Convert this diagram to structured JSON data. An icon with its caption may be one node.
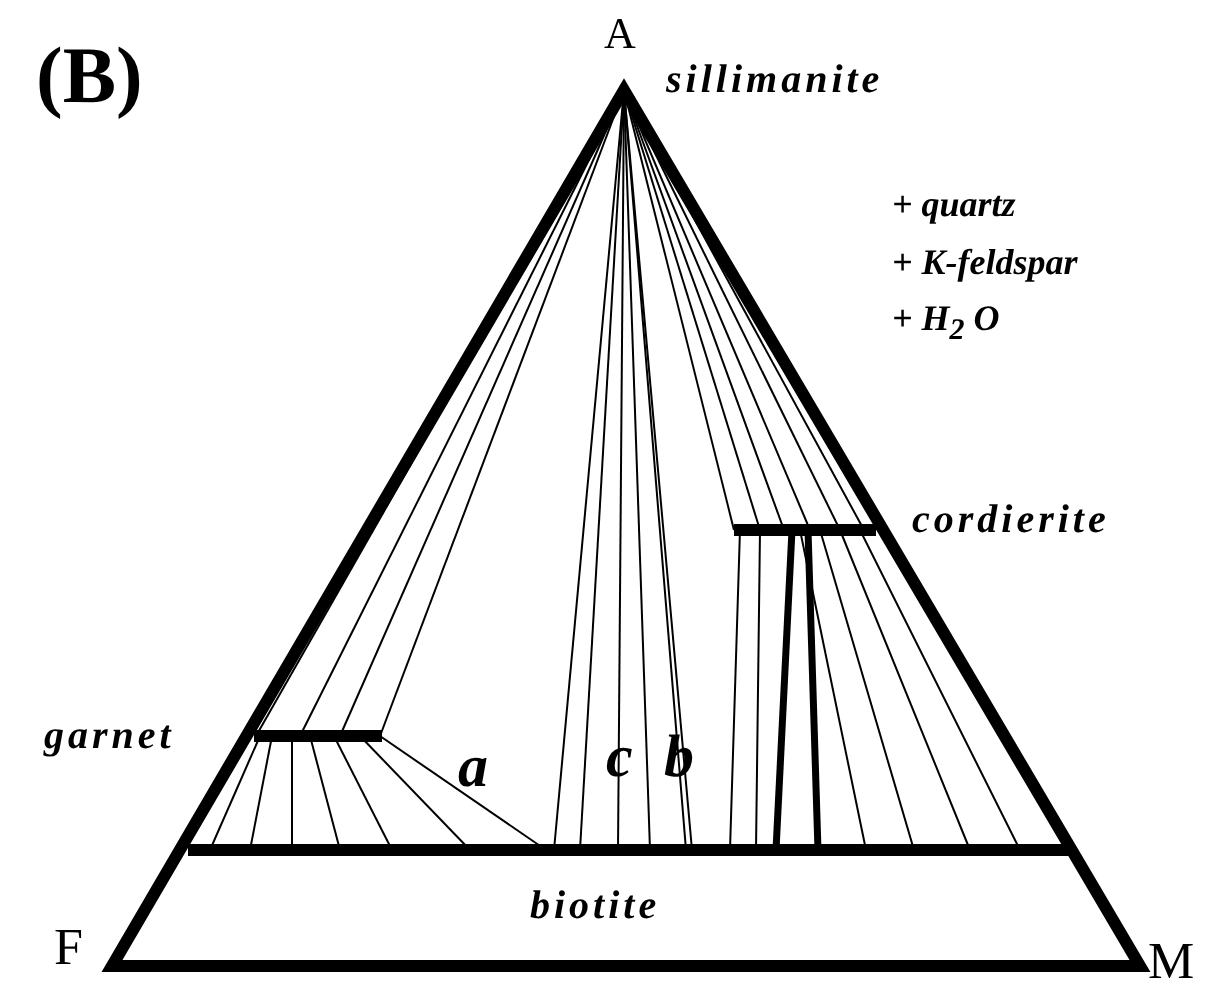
{
  "diagram": {
    "labels": [
      "(B)",
      "A",
      "sillimanite",
      "+ quartz",
      "+ K-feldspar",
      "+ H$_{2}$ O",
      "cordierite",
      "garnet",
      "a",
      "c",
      "b",
      "biotite",
      "F",
      "M"
    ]
  }
}
